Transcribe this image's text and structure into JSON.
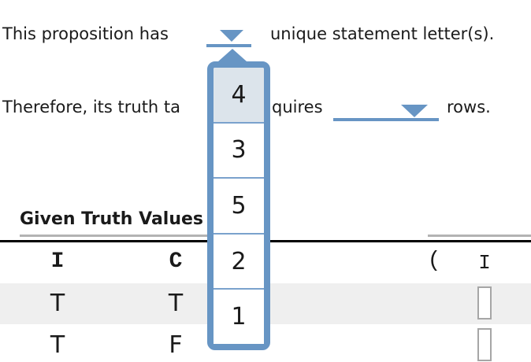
{
  "sentence1": {
    "prefix": "This proposition has",
    "suffix": "unique statement letter(s)."
  },
  "sentence2": {
    "prefix": "Therefore, its truth ta",
    "after_gap": "quires",
    "suffix": "rows."
  },
  "letters_dropdown": {
    "options": [
      "4",
      "3",
      "5",
      "2",
      "1"
    ],
    "highlighted_option": "4"
  },
  "truth_table": {
    "heading": "Given Truth Values",
    "left_headers": [
      "I",
      "C"
    ],
    "right_headers": [
      "(",
      "I"
    ],
    "rows": [
      [
        "T",
        "T"
      ],
      [
        "T",
        "F"
      ]
    ]
  },
  "colors": {
    "accent_blue": "#6795C4",
    "popup_divider": "#7AA2CD",
    "highlight_bg": "#DCE4EB",
    "stripe_bg": "#EFEFEF",
    "rule_gray": "#B3B3B3",
    "input_border": "#A6A6A6",
    "text": "#1A1A1A"
  }
}
